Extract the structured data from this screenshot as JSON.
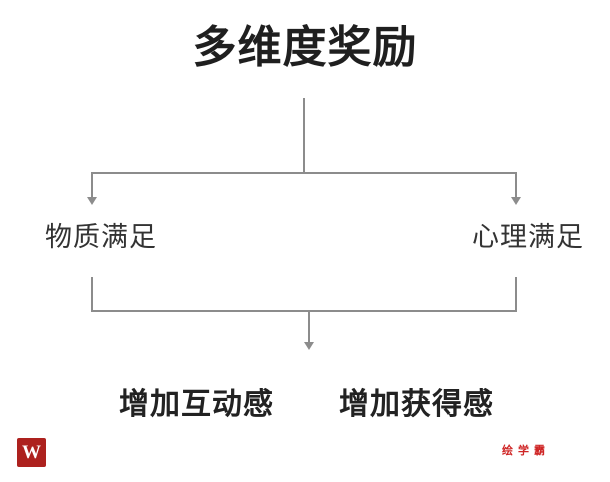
{
  "title": "多维度奖励",
  "nodes": {
    "left": "物质满足",
    "right": "心理满足"
  },
  "outcomes": {
    "left": "增加互动感",
    "right": "增加获得感"
  },
  "branding": {
    "logo_letter": "W",
    "watermark": "绘学霸"
  },
  "colors": {
    "line_gray": "#8c8c8c",
    "text_dark": "#1f1f1f",
    "node_text": "#333333",
    "logo_red": "#ad211e",
    "watermark_red": "#cf2626"
  }
}
